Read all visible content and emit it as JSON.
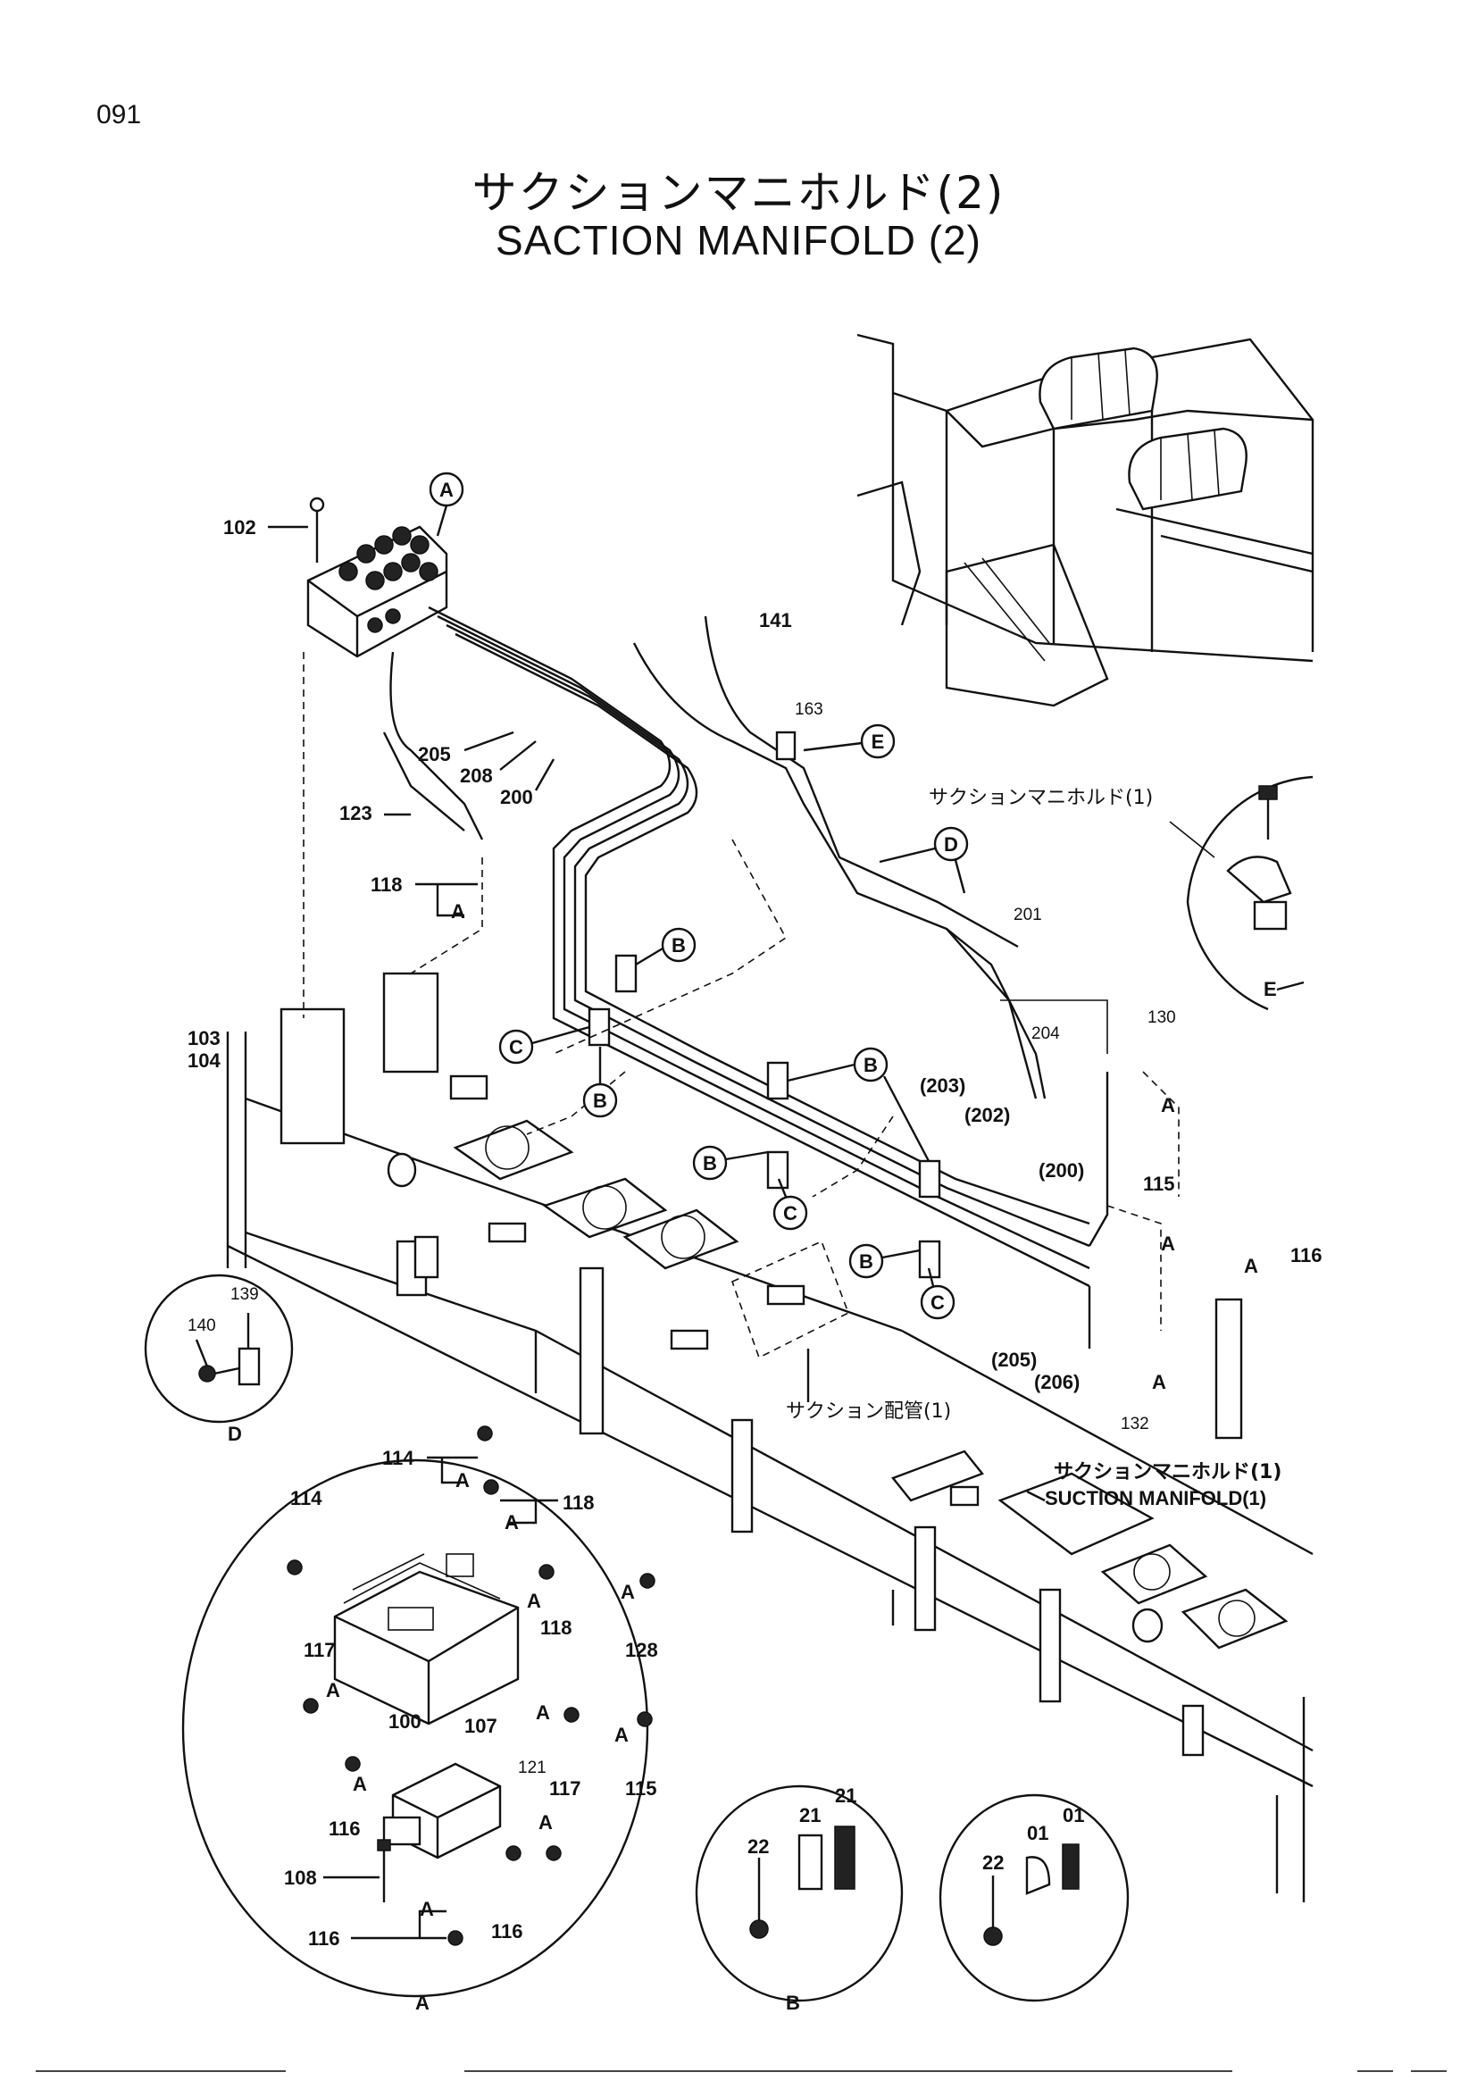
{
  "page_number": "091",
  "title_jp": "サクションマニホルド(2)",
  "title_en": "SACTION   MANIFOLD (2)",
  "callout_letters": [
    "A",
    "B",
    "B",
    "B",
    "B",
    "B",
    "C",
    "C",
    "C",
    "D",
    "E"
  ],
  "part_labels": {
    "p102": "102",
    "p123": "123",
    "p118a": "118",
    "p103": "103",
    "p104": "104",
    "p205": "205",
    "p208": "208",
    "p200": "200",
    "p141": "141",
    "p163": "163",
    "p201": "201",
    "p204": "204",
    "p130": "130",
    "p203": "(203)",
    "p202": "(202)",
    "p200b": "(200)",
    "p115a": "115",
    "p116r": "116",
    "p205b": "(205)",
    "p206": "(206)",
    "p132": "132",
    "p139": "139",
    "p140": "140",
    "p114a": "114",
    "p114b": "114",
    "p118b": "118",
    "p118c": "118",
    "p128": "128",
    "p117a": "117",
    "p100": "100",
    "p107": "107",
    "p121": "121",
    "p117b": "117",
    "p115b": "115",
    "p116a": "116",
    "p108": "108",
    "p116b": "116",
    "p116c": "116",
    "p22a": "22",
    "p21a": "21",
    "p21b": "21",
    "p22b": "22",
    "p01a": "01",
    "p01b": "01"
  },
  "annotations": {
    "suction_manifold_1": "サクションマニホルド(1)",
    "suction_piping_1": "サクション配管(1)",
    "suction_manifold_1_jp_bold": "サクションマニホルド(1)",
    "suction_manifold_1_en": "SUCTION MANIFOLD(1)"
  },
  "view_labels": {
    "view_A": "A",
    "view_B": "B",
    "view_D": "D",
    "view_E": "E"
  }
}
